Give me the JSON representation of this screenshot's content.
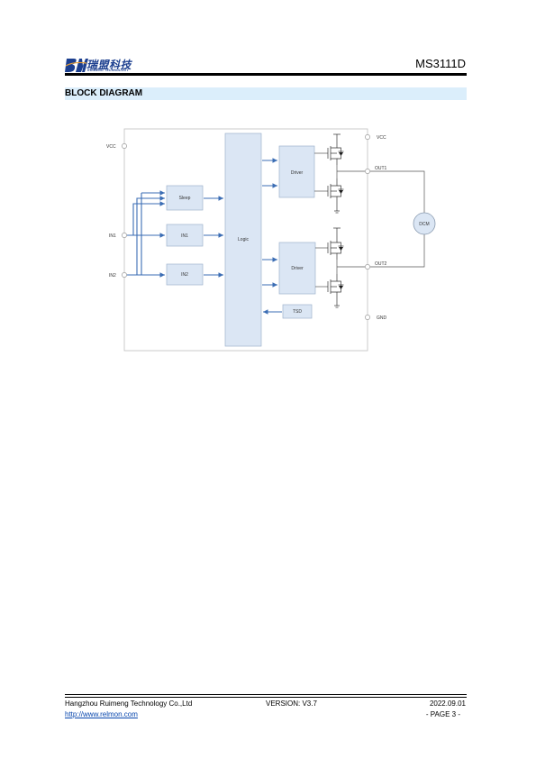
{
  "header": {
    "logo_text_cn": "瑞盟科技",
    "logo_text_en": "RUIMENG TECHNOLOGY",
    "part_number": "MS3111D"
  },
  "section": {
    "title": "BLOCK DIAGRAM"
  },
  "diagram": {
    "pins": {
      "vcc_left": "VCC",
      "vcc_right": "VCC",
      "in1": "IN1",
      "in2": "IN2",
      "out1": "OUT1",
      "out2": "OUT2",
      "gnd": "GND"
    },
    "blocks": {
      "sleep": "Sleep",
      "in1": "IN1",
      "in2": "IN2",
      "logic": "Logic",
      "driver_top": "Driver",
      "driver_bottom": "Driver",
      "tsd": "TSD"
    },
    "load": "DCM",
    "colors": {
      "block_fill": "#dbe6f4",
      "block_stroke": "#9fb3cc",
      "arrow": "#3b6db4",
      "outline": "#bfbfbf"
    }
  },
  "footer": {
    "company": "Hangzhou Ruimeng Technology Co.,Ltd",
    "version": "VERSION: V3.7",
    "date": "2022.09.01",
    "url": "http://www.relmon.com",
    "page": "- PAGE 3 -"
  }
}
